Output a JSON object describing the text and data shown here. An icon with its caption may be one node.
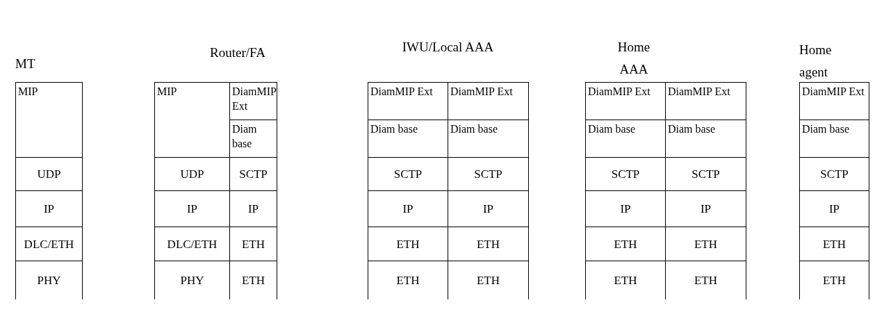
{
  "diagram": {
    "nodes": [
      {
        "text": [
          "MT"
        ]
      },
      {
        "text": [
          "MIP"
        ],
        "in": 0
      },
      {
        "text": [
          "UDP"
        ],
        "in": 0
      },
      {
        "text": [
          "IP"
        ],
        "in": 0
      },
      {
        "text": [
          "DLC/ETH"
        ],
        "in": 0
      },
      {
        "text": [
          "PHY"
        ],
        "in": 0
      },
      {
        "text": [
          "Router/FA"
        ]
      },
      {
        "text": [
          "MIP"
        ],
        "in": 6
      },
      {
        "text": [
          "DiamMIP Ext"
        ],
        "in": 6
      },
      {
        "text": [
          "Diam base"
        ],
        "in": 6
      },
      {
        "text": [
          "UDP"
        ],
        "in": 6
      },
      {
        "text": [
          "SCTP"
        ],
        "in": 6
      },
      {
        "text": [
          "IP"
        ],
        "in": 6
      },
      {
        "text": [
          "IP"
        ],
        "in": 6
      },
      {
        "text": [
          "DLC/ETH"
        ],
        "in": 6
      },
      {
        "text": [
          "ETH"
        ],
        "in": 6
      },
      {
        "text": [
          "PHY"
        ],
        "in": 6
      },
      {
        "text": [
          "ETH"
        ],
        "in": 6
      },
      {
        "text": [
          "IWU/Local AAA"
        ]
      },
      {
        "text": [
          "DiamMIP Ext"
        ],
        "in": 18
      },
      {
        "text": [
          "DiamMIP Ext"
        ],
        "in": 18
      },
      {
        "text": [
          "Diam base"
        ],
        "in": 18
      },
      {
        "text": [
          "Diam base"
        ],
        "in": 18
      },
      {
        "text": [
          "SCTP"
        ],
        "in": 18
      },
      {
        "text": [
          "SCTP"
        ],
        "in": 18
      },
      {
        "text": [
          "IP"
        ],
        "in": 18
      },
      {
        "text": [
          "IP"
        ],
        "in": 18
      },
      {
        "text": [
          "ETH"
        ],
        "in": 18
      },
      {
        "text": [
          "ETH"
        ],
        "in": 18
      },
      {
        "text": [
          "ETH"
        ],
        "in": 18
      },
      {
        "text": [
          "ETH"
        ],
        "in": 18
      },
      {
        "text": [
          "Home AAA"
        ]
      },
      {
        "text": [
          "DiamMIP Ext"
        ],
        "in": 31
      },
      {
        "text": [
          "DiamMIP Ext"
        ],
        "in": 31
      },
      {
        "text": [
          "Diam base"
        ],
        "in": 31
      },
      {
        "text": [
          "Diam base"
        ],
        "in": 31
      },
      {
        "text": [
          "SCTP"
        ],
        "in": 31
      },
      {
        "text": [
          "SCTP"
        ],
        "in": 31
      },
      {
        "text": [
          "IP"
        ],
        "in": 31
      },
      {
        "text": [
          "IP"
        ],
        "in": 31
      },
      {
        "text": [
          "ETH"
        ],
        "in": 31
      },
      {
        "text": [
          "ETH"
        ],
        "in": 31
      },
      {
        "text": [
          "ETH"
        ],
        "in": 31
      },
      {
        "text": [
          "ETH"
        ],
        "in": 31
      },
      {
        "text": [
          "Home agent"
        ]
      },
      {
        "text": [
          "DiamMIP Ext"
        ],
        "in": 44
      },
      {
        "text": [
          "Diam base"
        ],
        "in": 44
      },
      {
        "text": [
          "SCTP"
        ],
        "in": 44
      },
      {
        "text": [
          "IP"
        ],
        "in": 44
      },
      {
        "text": [
          "ETH"
        ],
        "in": 44
      },
      {
        "text": [
          "ETH"
        ],
        "in": 44
      }
    ]
  }
}
